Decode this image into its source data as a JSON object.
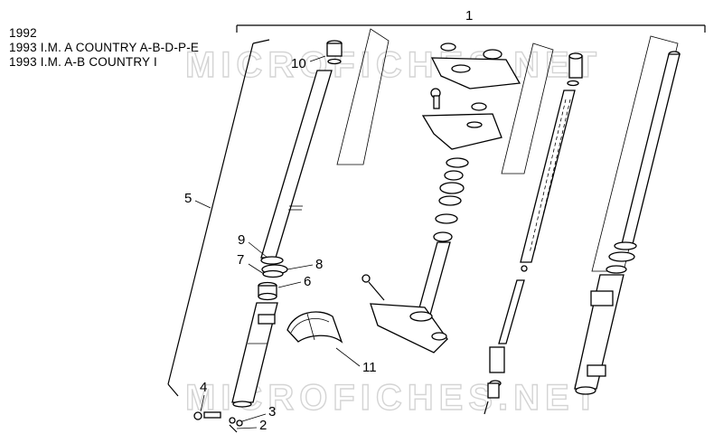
{
  "header": {
    "lines": [
      "1992",
      "1993 I.M. A COUNTRY A-B-D-P-E",
      "1993 I.M. A-B COUNTRY I"
    ]
  },
  "watermark": {
    "text": "MICROFICHES.NET"
  },
  "callouts": {
    "c1": "1",
    "c2": "2",
    "c3": "3",
    "c4": "4",
    "c5": "5",
    "c6": "6",
    "c7": "7",
    "c8": "8",
    "c9": "9",
    "c10": "10",
    "c11": "11"
  }
}
